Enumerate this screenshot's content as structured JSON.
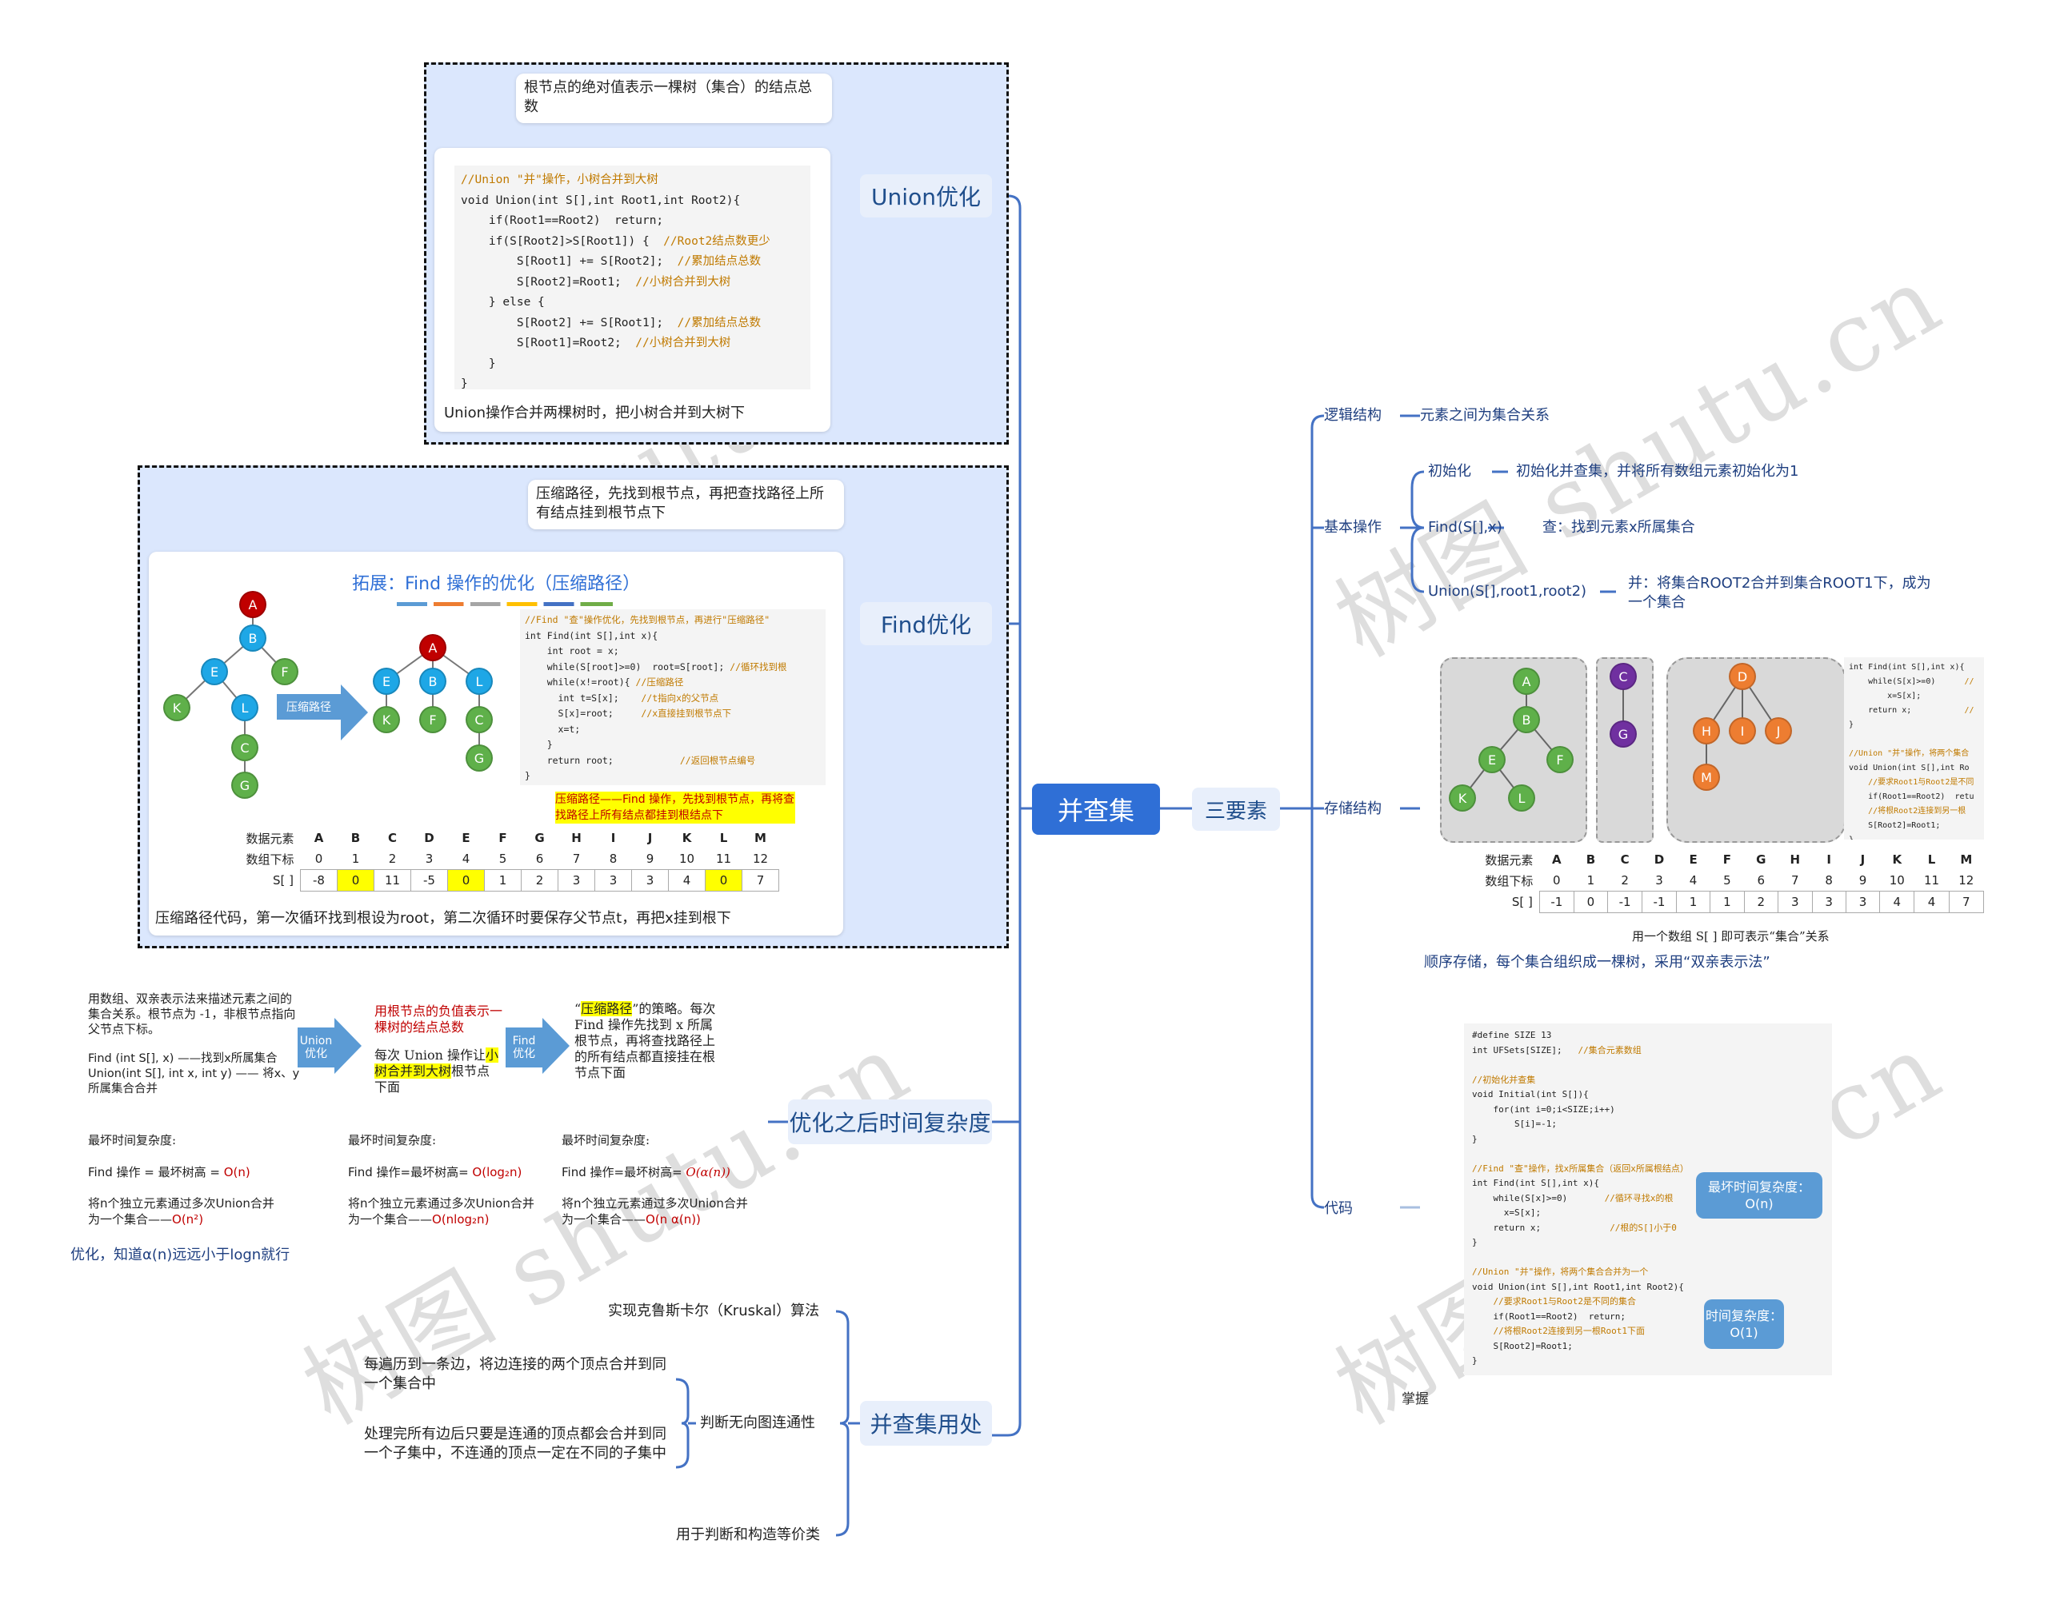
{
  "root": "并查集",
  "three": "三要素",
  "watermark": "树图 shutu.cn",
  "union_opt": {
    "title": "Union优化",
    "note": "根节点的绝对值表示一棵树（集合）的结点总数",
    "code": [
      "//Union \"并\"操作，小树合并到大树",
      "void Union(int S[],int Root1,int Root2){",
      "    if(Root1==Root2)  return;",
      "    if(S[Root2]>S[Root1]) {  //Root2结点数更少",
      "        S[Root1] += S[Root2];  //累加结点总数",
      "        S[Root2]=Root1;  //小树合并到大树",
      "    } else {",
      "        S[Root2] += S[Root1];  //累加结点总数",
      "        S[Root1]=Root2;  //小树合并到大树",
      "    }",
      "}"
    ],
    "caption": "Union操作合并两棵树时，把小树合并到大树下"
  },
  "find_opt": {
    "title": "Find优化",
    "note": "压缩路径，先找到根节点，再把查找路径上所有结点挂到根节点下",
    "slide_title": "拓展：Find 操作的优化（压缩路径）",
    "arrow_label": "压缩路径",
    "code": [
      "//Find \"查\"操作优化，先找到根节点，再进行\"压缩路径\"",
      "int Find(int S[],int x){",
      "    int root = x;",
      "    while(S[root]>=0)  root=S[root]; //循环找到根",
      "    while(x!=root){ //压缩路径",
      "      int t=S[x];    //t指向x的父节点",
      "      S[x]=root;     //x直接挂到根节点下",
      "      x=t;",
      "    }",
      "    return root;            //返回根节点编号",
      "}"
    ],
    "highlight": "压缩路径——Find 操作，先找到根节点，再将查找路径上所有结点都挂到根结点下",
    "row_labels": [
      "数据元素",
      "数组下标",
      "S[ ]"
    ],
    "elements": [
      "A",
      "B",
      "C",
      "D",
      "E",
      "F",
      "G",
      "H",
      "I",
      "J",
      "K",
      "L",
      "M"
    ],
    "indexes": [
      "0",
      "1",
      "2",
      "3",
      "4",
      "5",
      "6",
      "7",
      "8",
      "9",
      "10",
      "11",
      "12"
    ],
    "values": [
      "-8",
      "0",
      "11",
      "-5",
      "0",
      "1",
      "2",
      "3",
      "3",
      "3",
      "4",
      "0",
      "7"
    ],
    "caption": "压缩路径代码，第一次循环找到根设为root，第二次循环时要保存父节点t，再把x挂到根下"
  },
  "complexity": {
    "title": "优化之后时间复杂度",
    "col1_desc": "用数组、双亲表示法来描述元素之间的集合关系。根节点为 -1，非根节点指向父节点下标。",
    "col1_ops": "Find (int S[], x) ——找到x所属集合 Union(int S[], int x, int y) —— 将x、y所属集合合并",
    "arrow1": "Union 优化",
    "col2_red": "用根节点的负值表示一棵树的结点总数",
    "col2_pre": "每次 Union 操作让",
    "col2_hl": "小树合并到大树",
    "col2_post": "根节点下面",
    "arrow2": "Find 优化",
    "col3_q1": "“",
    "col3_hl": "压缩路径",
    "col3_post": "”的策略。每次 Find 操作先找到 x 所属根节点，再将查找路径上的所有结点都直接挂在根节点下面",
    "worst": "最坏时间复杂度:",
    "f1_pre": "Find 操作 = 最坏树高 = ",
    "f1_val": "O(n)",
    "f2_pre": "Find 操作=最坏树高= ",
    "f2_val": "O(log₂n)",
    "f3_pre": "Find 操作=最坏树高= ",
    "f3_val": "O(α(n))",
    "u1_pre": "将n个独立元素通过多次Union合并为一个集合——",
    "u1_val": "O(n²)",
    "u2_pre": "将n个独立元素通过多次Union合并为一个集合——",
    "u2_val": "O(nlog₂n)",
    "u3_pre": "将n个独立元素通过多次Union合并为一个集合——",
    "u3_val": "O(n α(n))",
    "footnote": "优化，知道α(n)远远小于logn就行"
  },
  "uses": {
    "title": "并查集用处",
    "kruskal": "实现克鲁斯卡尔（Kruskal）算法",
    "judge": "判断无向图连通性",
    "judge_a": "每遍历到一条边，将边连接的两个顶点合并到同一个集合中",
    "judge_b": "处理完所有边后只要是连通的顶点都会合并到同一个子集中，不连通的顶点一定在不同的子集中",
    "equiv": "用于判断和构造等价类"
  },
  "right": {
    "logic": "逻辑结构",
    "logic_desc": "元素之间为集合关系",
    "basic": "基本操作",
    "init": "初始化",
    "init_desc": "初始化并查集，并将所有数组元素初始化为1",
    "find": "Find(S[],x)",
    "find_desc": "查：找到元素x所属集合",
    "union": "Union(S[],root1,root2)",
    "union_desc": "并：将集合ROOT2合并到集合ROOT1下，成为一个集合",
    "storage": "存储结构",
    "storage_caption": "用一个数组 S[ ] 即可表示“集合”关系",
    "storage_desc": "顺序存储，每个集合组织成一棵树，采用“双亲表示法”",
    "row_labels": [
      "数据元素",
      "数组下标",
      "S[ ]"
    ],
    "elements": [
      "A",
      "B",
      "C",
      "D",
      "E",
      "F",
      "G",
      "H",
      "I",
      "J",
      "K",
      "L",
      "M"
    ],
    "indexes": [
      "0",
      "1",
      "2",
      "3",
      "4",
      "5",
      "6",
      "7",
      "8",
      "9",
      "10",
      "11",
      "12"
    ],
    "values": [
      "-1",
      "0",
      "-1",
      "-1",
      "1",
      "1",
      "2",
      "3",
      "3",
      "3",
      "4",
      "4",
      "7"
    ],
    "side_code": [
      "int Find(int S[],int x){",
      "    while(S[x]>=0)      //",
      "        x=S[x];",
      "    return x;           //",
      "}",
      "",
      "//Union \"并\"操作，将两个集合",
      "void Union(int S[],int Ro",
      "    //要求Root1与Root2是不同",
      "    if(Root1==Root2)  retu",
      "    //将根Root2连接到另一根",
      "    S[Root2]=Root1;",
      "}"
    ],
    "code_label": "代码",
    "code_lines": [
      "#define SIZE 13",
      "int UFSets[SIZE];   //集合元素数组",
      "",
      "//初始化并查集",
      "void Initial(int S[]){",
      "    for(int i=0;i<SIZE;i++)",
      "        S[i]=-1;",
      "}",
      "",
      "//Find \"查\"操作，找x所属集合（返回x所属根结点）",
      "int Find(int S[],int x){",
      "    while(S[x]>=0)       //循环寻找x的根",
      "      x=S[x];",
      "    return x;             //根的S[]小于0",
      "}",
      "",
      "//Union \"并\"操作，将两个集合合并为一个",
      "void Union(int S[],int Root1,int Root2){",
      "    //要求Root1与Root2是不同的集合",
      "    if(Root1==Root2)  return;",
      "    //将根Root2连接到另一根Root1下面",
      "    S[Root2]=Root1;",
      "}"
    ],
    "call_find": "最坏时间复杂度：O(n)",
    "call_union": "时间复杂度：O(1)",
    "master": "掌握"
  }
}
